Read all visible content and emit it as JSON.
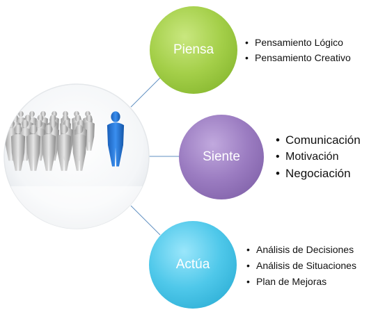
{
  "diagram": {
    "nodes": [
      {
        "id": "piensa",
        "label": "Piensa",
        "color": "#a4cf49",
        "bullets": [
          "Pensamiento Lógico",
          "Pensamiento Creativo"
        ]
      },
      {
        "id": "siente",
        "label": "Siente",
        "color": "#9b7cc1",
        "bullets": [
          "Comunicación",
          "Motivación",
          "Negociación"
        ]
      },
      {
        "id": "actua",
        "label": "Actúa",
        "color": "#4fc8ea",
        "bullets": [
          "Análisis de Decisiones",
          "Análisis de Situaciones",
          "Plan de Mejoras"
        ]
      }
    ],
    "center_image": "crowd-of-grey-figures-with-one-blue-leader",
    "connector_color": "#5f8fc2"
  }
}
